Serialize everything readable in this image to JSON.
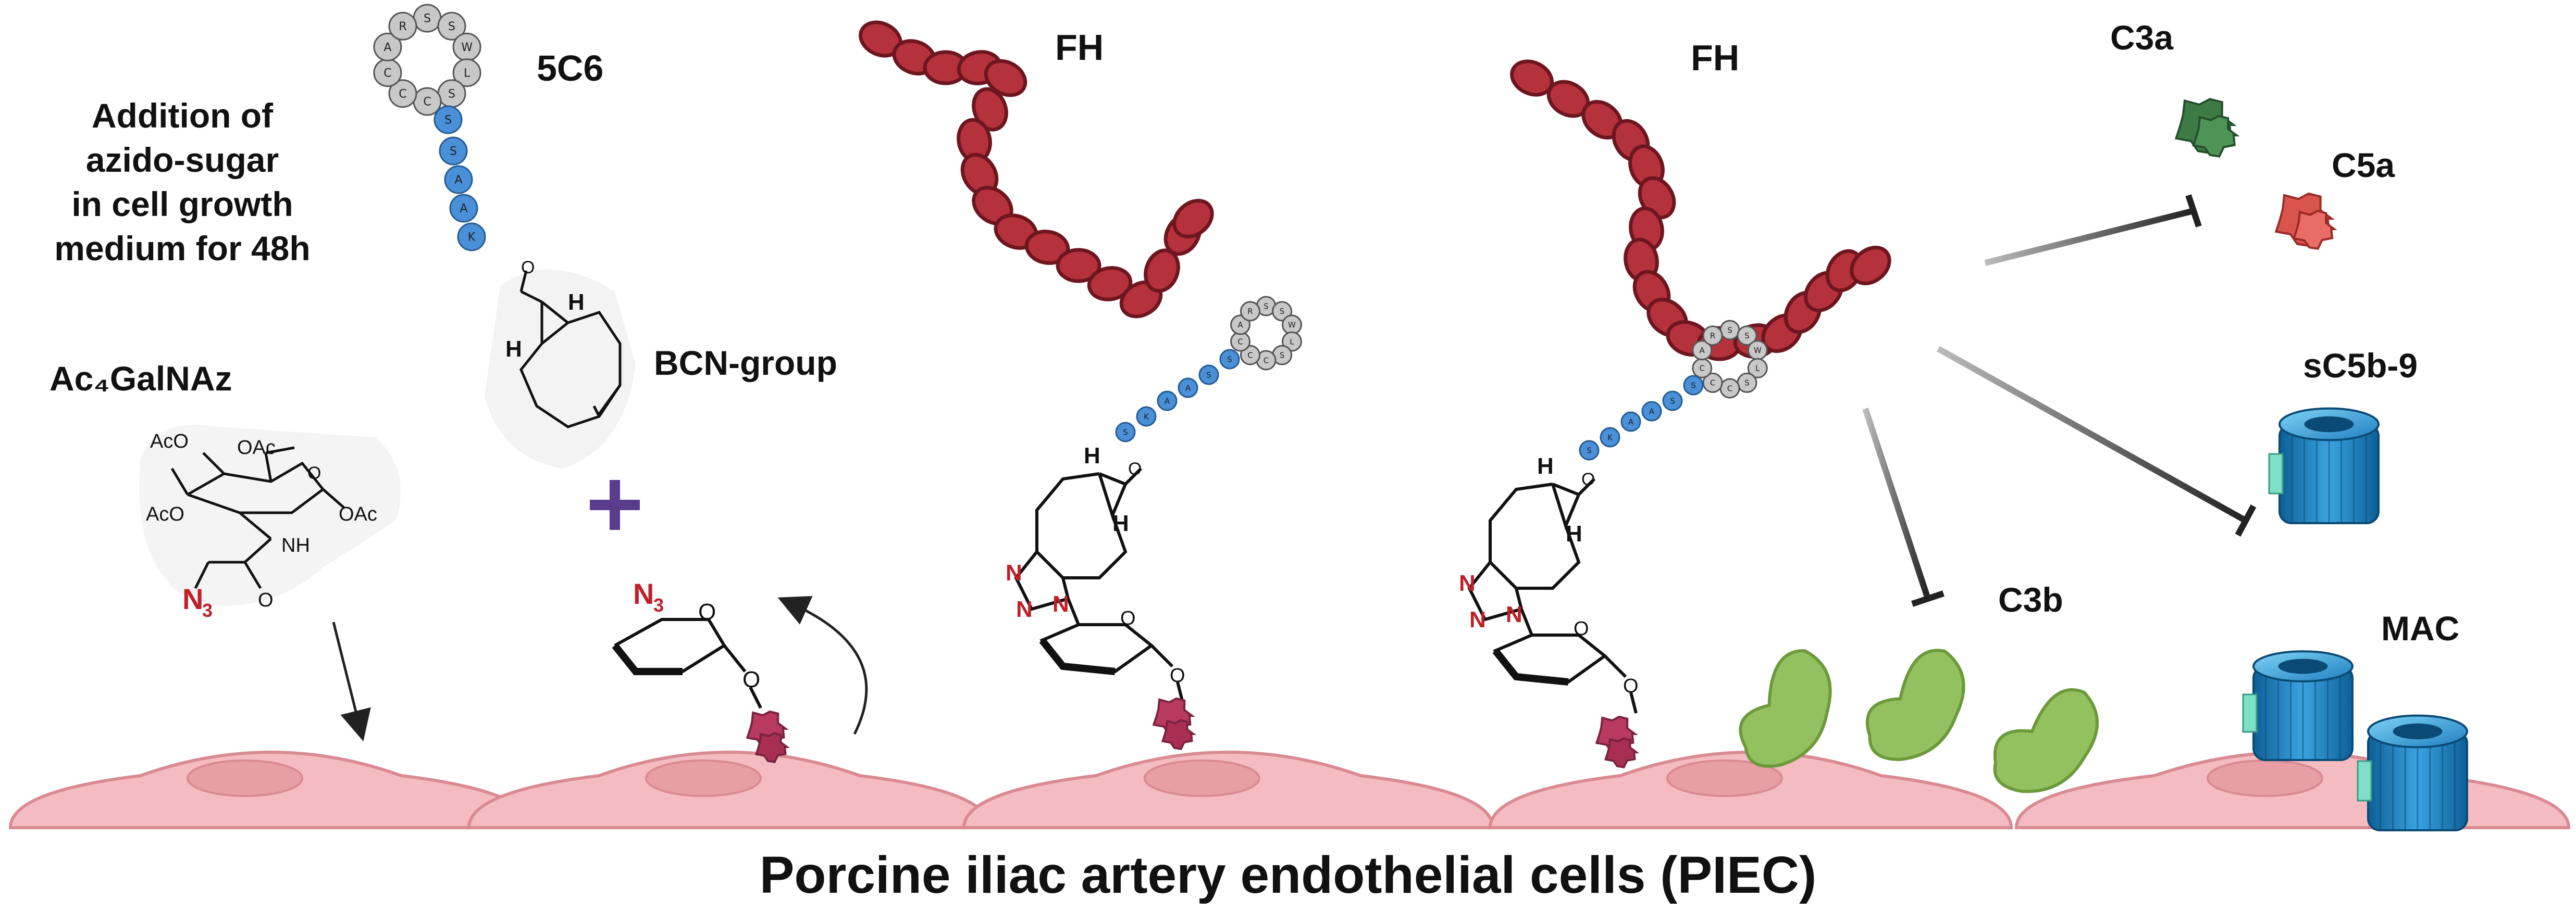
{
  "labels": {
    "step1": [
      "Addition of",
      "azido-sugar",
      "in cell growth",
      "medium for 48h"
    ],
    "sugar_name": "Ac₄GalNAz",
    "peptide": "5C6",
    "linker": "BCN-group",
    "fh1": "FH",
    "fh2": "FH",
    "c3a": "C3a",
    "c5a": "C5a",
    "sc5b9": "sC5b-9",
    "c3b": "C3b",
    "mac": "MAC",
    "cells": "Porcine iliac artery endothelial cells (PIEC)"
  },
  "chem": {
    "aco1": "AcO",
    "oac1": "OAc",
    "aco2": "AcO",
    "oac2": "OAc",
    "nh": "NH",
    "o": "O",
    "n3": "N",
    "n3_sub": "3",
    "h": "H",
    "n": "N"
  },
  "peptide_residues": {
    "loop": [
      "S",
      "S",
      "W",
      "L",
      "S",
      "C",
      "C",
      "C",
      "A",
      "R"
    ],
    "stem": [
      "S",
      "S",
      "A",
      "A",
      "K"
    ]
  },
  "colors": {
    "fh": "#b5313b",
    "fh_outline": "#6e1620",
    "peptide_stem": "#4a90d9",
    "peptide_loop": "#c8c8c8",
    "cell": "#f4bcc0",
    "cell_outline": "#d98a92",
    "c3b": "#93c160",
    "c3a": "#3d7a45",
    "c5a": "#d9544d",
    "mac": "#1f7fc0",
    "glycoprotein": "#b83a5e",
    "plus": "#5a3c8c",
    "azide": "#c0202a"
  }
}
